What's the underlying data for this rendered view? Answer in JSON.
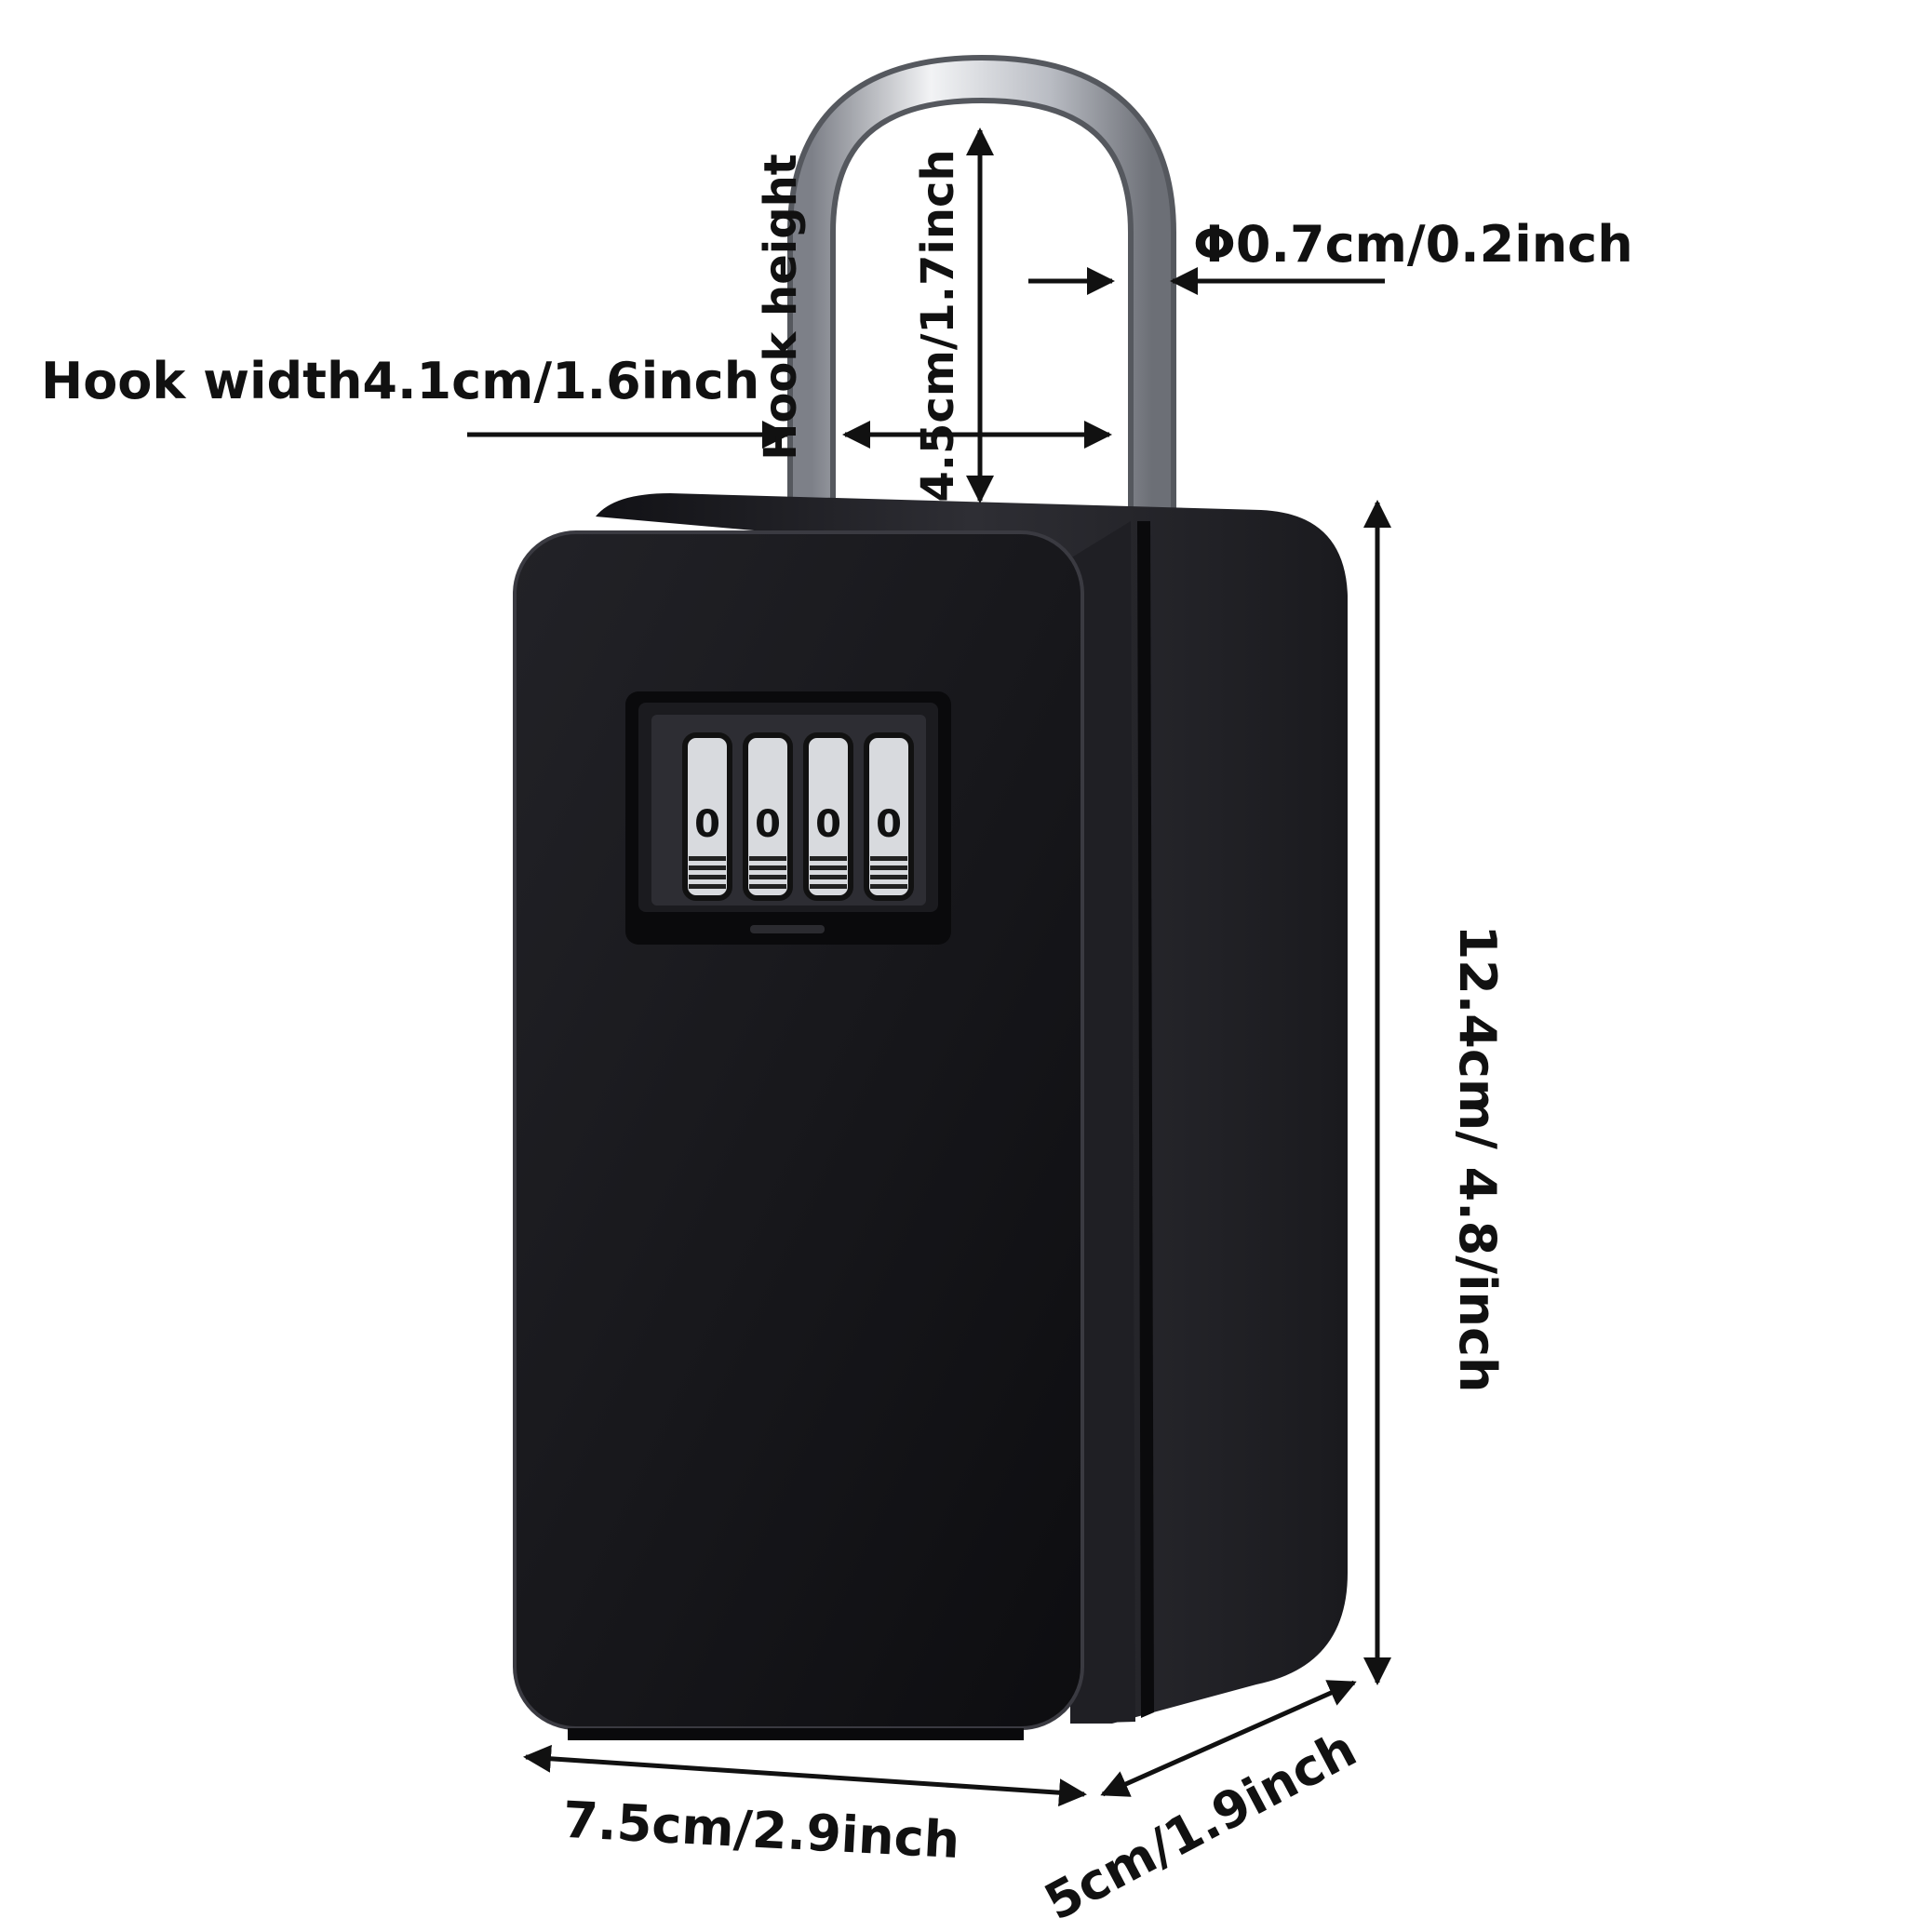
{
  "product": {
    "colors": {
      "body": "#17171b",
      "body_side": "#2a2a30",
      "shackle": "#c9ccd2",
      "dial": "#d8dade",
      "arrow": "#111111"
    },
    "dial_digits": [
      "0",
      "0",
      "0",
      "0"
    ]
  },
  "dimensions": {
    "hook_width": "Hook width4.1cm/1.6inch",
    "shackle_diameter": "Φ0.7cm/0.2inch",
    "hook_height_line1": "Hook height",
    "hook_height_line2": "4.5cm/1.7inch",
    "height": "12.4cm/ 4.8/inch",
    "width": "7.5cm/2.9inch",
    "depth": "5cm/1.9inch"
  }
}
